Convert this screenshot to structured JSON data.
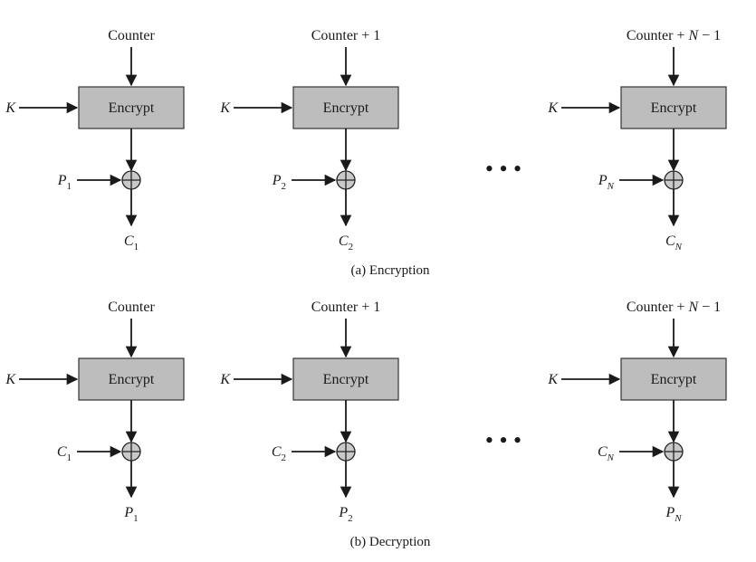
{
  "box_label": "Encrypt",
  "key_label": "K",
  "ellipsis": "• • •",
  "xor_symbol_name": "xor-icon",
  "panels": [
    {
      "caption": "(a) Encryption",
      "stages": [
        {
          "counter": "Counter",
          "input": {
            "base": "P",
            "sub": "1"
          },
          "output": {
            "base": "C",
            "sub": "1"
          }
        },
        {
          "counter": "Counter + 1",
          "input": {
            "base": "P",
            "sub": "2"
          },
          "output": {
            "base": "C",
            "sub": "2"
          }
        },
        {
          "counter": "Counter + N − 1",
          "input": {
            "base": "P",
            "sub": "N"
          },
          "output": {
            "base": "C",
            "sub": "N"
          }
        }
      ]
    },
    {
      "caption": "(b) Decryption",
      "stages": [
        {
          "counter": "Counter",
          "input": {
            "base": "C",
            "sub": "1"
          },
          "output": {
            "base": "P",
            "sub": "1"
          }
        },
        {
          "counter": "Counter + 1",
          "input": {
            "base": "C",
            "sub": "2"
          },
          "output": {
            "base": "P",
            "sub": "2"
          }
        },
        {
          "counter": "Counter + N − 1",
          "input": {
            "base": "C",
            "sub": "N"
          },
          "output": {
            "base": "P",
            "sub": "N"
          }
        }
      ]
    }
  ]
}
